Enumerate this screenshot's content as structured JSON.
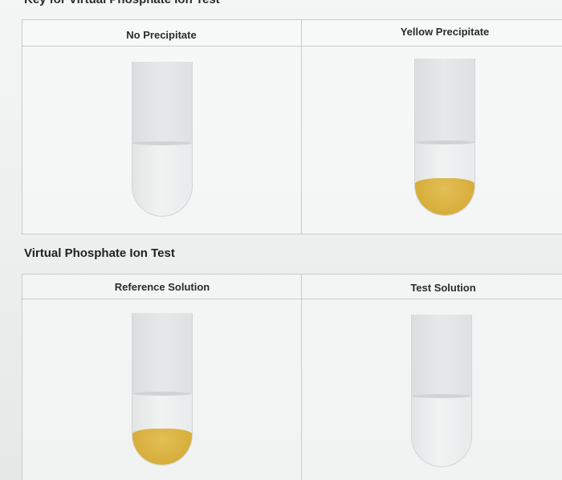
{
  "key_heading": "Key for Virtual Phosphate Ion Test",
  "key_table": {
    "columns": [
      {
        "label": "No Precipitate",
        "precipitate": false,
        "precipitate_color": null
      },
      {
        "label": "Yellow Precipitate",
        "precipitate": true,
        "precipitate_color": "#d8b040"
      }
    ]
  },
  "test_section": {
    "title": "Virtual Phosphate Ion Test",
    "columns": [
      {
        "label": "Reference Solution",
        "precipitate": true,
        "precipitate_color": "#d8b040"
      },
      {
        "label": "Test Solution",
        "precipitate": false,
        "precipitate_color": null
      }
    ]
  },
  "colors": {
    "grid_border": "#c9cccc",
    "tube_glass": "#eef0f0",
    "precipitate_yellow": "#d8b040"
  }
}
